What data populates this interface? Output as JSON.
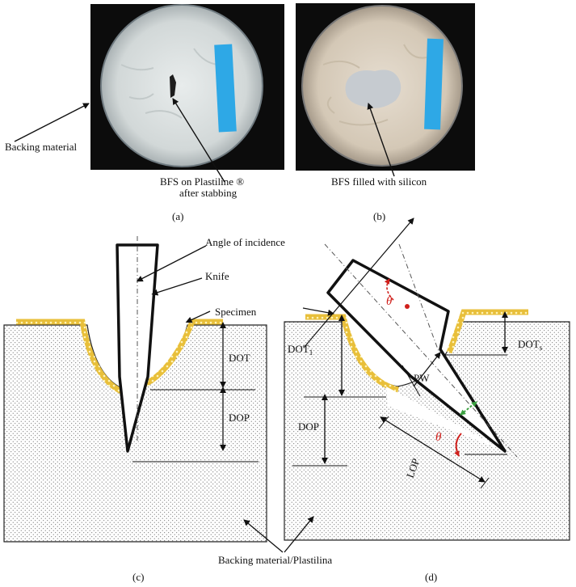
{
  "photo_a": {
    "callouts": [
      "Backing material",
      "BFS on Plastiline ®",
      "after stabbing"
    ],
    "caption": "(a)"
  },
  "photo_b": {
    "callouts": [
      "BFS filled with silicon"
    ],
    "caption": "(b)"
  },
  "diagram_c": {
    "labels": {
      "angle": "Angle of incidence",
      "knife": "Knife",
      "specimen": "Specimen",
      "dot": "DOT",
      "dop": "DOP"
    },
    "caption": "(c)"
  },
  "diagram_d": {
    "labels": {
      "dot1": "DOT",
      "dot1_sub": "1",
      "dot2": "DOT",
      "dot2_sub": "s",
      "pw": "PW",
      "dop": "DOP",
      "lop": "LOP",
      "theta": "θ"
    },
    "caption": "(d)"
  },
  "shared": {
    "backing_label": "Backing material/Plastilina"
  },
  "colors": {
    "specimen": "#e8bf3a",
    "angle_arrow": "#d0201c",
    "pw_arrow": "#3aa040",
    "tape": "#2ea8e6"
  }
}
